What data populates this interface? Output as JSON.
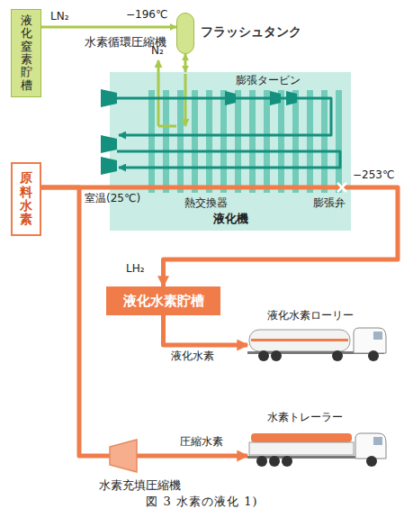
{
  "diagram": {
    "caption": "図 3 水素の液化 1)",
    "nodes": [
      {
        "text": [
          "液化窒素貯槽"
        ]
      },
      {
        "text": [
          "フラッシュタンク"
        ]
      },
      {
        "text": [
          "液化機"
        ]
      },
      {
        "text": [
          "原料水素"
        ]
      },
      {
        "text": [
          "液化水素貯槽"
        ]
      },
      {
        "text": [
          "液化水素ローリー"
        ]
      },
      {
        "text": [
          "水素充填圧縮機"
        ]
      },
      {
        "text": [
          "水素トレーラー"
        ]
      }
    ],
    "edges": [
      {
        "from": 0,
        "to": 1,
        "arrow": "to",
        "label": "LN₂"
      },
      {
        "from": 1,
        "to": 2,
        "arrow": "both"
      },
      {
        "from": 3,
        "to": 2,
        "arrow": "none",
        "label": "室温(25℃)"
      },
      {
        "from": 2,
        "to": 4,
        "arrow": "to",
        "label": "LH₂"
      },
      {
        "from": 3,
        "to": 6,
        "arrow": "none"
      },
      {
        "from": 4,
        "to": 5,
        "arrow": "to",
        "label": "液化水素"
      },
      {
        "from": 6,
        "to": 7,
        "arrow": "to",
        "label": "圧縮水素"
      }
    ],
    "labels": [
      "−196℃",
      "N₂",
      "水素循環圧縮機",
      "膨張タービン",
      "熱交換器",
      "膨張弁",
      "−253℃"
    ]
  }
}
